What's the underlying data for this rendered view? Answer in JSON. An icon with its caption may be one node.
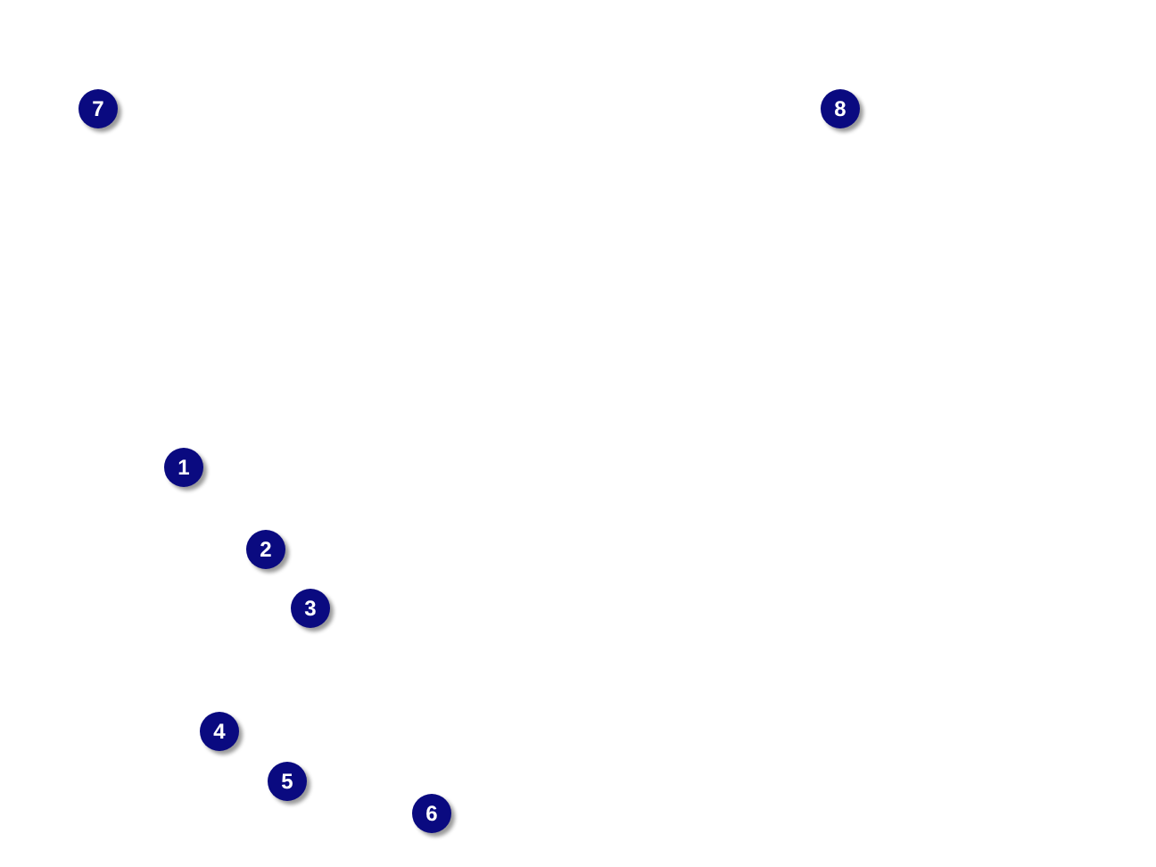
{
  "diagram": {
    "labels": [
      "7",
      "8",
      "1",
      "2",
      "3",
      "4",
      "5",
      "6"
    ]
  }
}
